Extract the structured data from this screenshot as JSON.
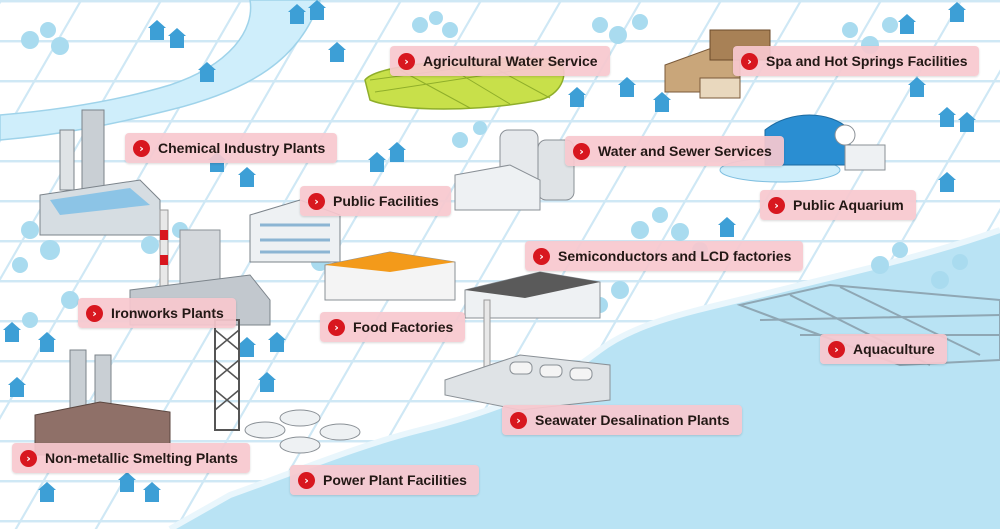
{
  "map_links": [
    {
      "id": "agricultural-water-service",
      "label": "Agricultural Water Service"
    },
    {
      "id": "spa-and-hot-springs-facilities",
      "label": "Spa and Hot Springs Facilities"
    },
    {
      "id": "chemical-industry-plants",
      "label": "Chemical Industry Plants"
    },
    {
      "id": "water-and-sewer-services",
      "label": "Water and Sewer Services"
    },
    {
      "id": "public-facilities",
      "label": "Public Facilities"
    },
    {
      "id": "public-aquarium",
      "label": "Public Aquarium"
    },
    {
      "id": "semiconductors-and-lcd-factories",
      "label": "Semiconductors and LCD factories"
    },
    {
      "id": "ironworks-plants",
      "label": "Ironworks Plants"
    },
    {
      "id": "food-factories",
      "label": "Food Factories"
    },
    {
      "id": "aquaculture",
      "label": "Aquaculture"
    },
    {
      "id": "seawater-desalination-plants",
      "label": "Seawater Desalination Plants"
    },
    {
      "id": "non-metallic-smelting-plants",
      "label": "Non-metallic Smelting Plants"
    },
    {
      "id": "power-plant-facilities",
      "label": "Power Plant Facilities"
    }
  ],
  "icons": {
    "link_arrow": "chevron-right-icon",
    "arrow_glyph": "›"
  },
  "colors": {
    "sea": "#b9e3f4",
    "road": "#e9f6fc",
    "house": "#3d9fd6",
    "tree": "#a9dbef",
    "tag_bg": "#f7c8ce",
    "arrow_red": "#d8171f",
    "rice_field": "#c8e04a"
  }
}
